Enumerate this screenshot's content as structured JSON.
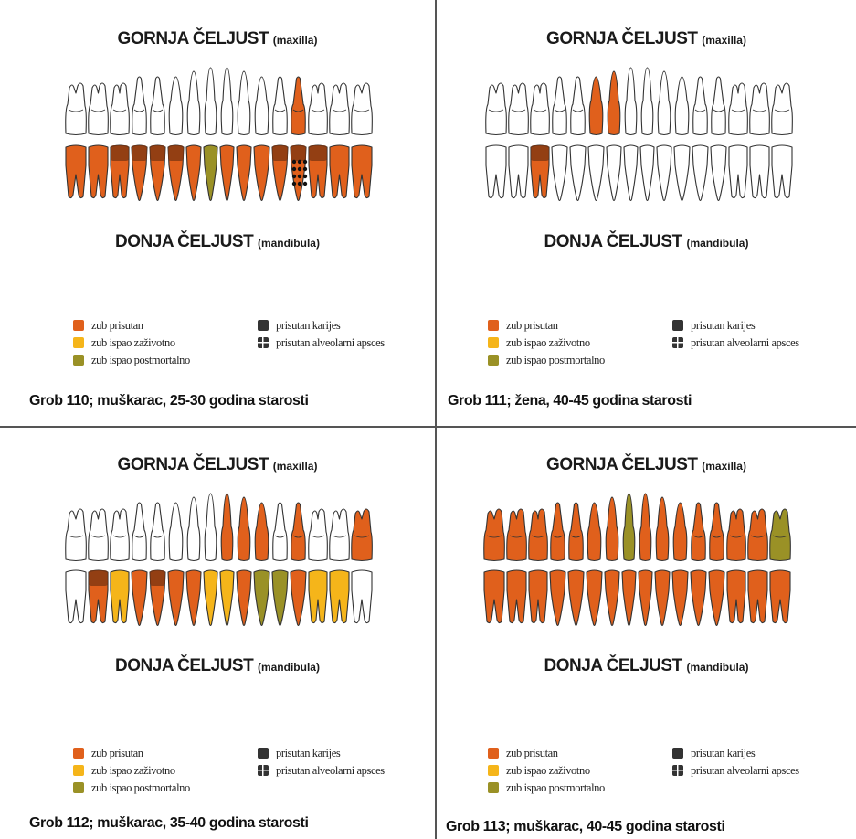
{
  "colors": {
    "present": "#e0601c",
    "lost_antemortem": "#f5b51a",
    "lost_postmortem": "#9a9126",
    "caries": "#333333",
    "absent": "#ffffff",
    "outline": "#333333"
  },
  "legend": {
    "present": "zub prisutan",
    "lost_antemortem": "zub ispao zaživotno",
    "lost_postmortem": "zub ispao postmortalno",
    "caries": "prisutan karijes",
    "abscess": "prisutan alveolarni apsces"
  },
  "panels": [
    {
      "upper_title": "GORNJA ČELJUST",
      "upper_sub": "(maxilla)",
      "lower_title": "DONJA ČELJUST",
      "lower_sub": "(mandibula)",
      "caption": "Grob 110; muškarac, 25-30 godina starosti",
      "upper_teeth": [
        "absent",
        "absent",
        "absent",
        "absent",
        "absent",
        "absent",
        "absent",
        "absent",
        "absent",
        "absent",
        "absent",
        "absent",
        "present",
        "absent",
        "absent",
        "absent"
      ],
      "lower_teeth": [
        "present",
        "present",
        "present",
        "present",
        "present",
        "present",
        "present",
        "lost_postmortem",
        "present",
        "present",
        "present",
        "present",
        "present",
        "present",
        "present",
        "present"
      ],
      "lower_caries": [
        2,
        3,
        4,
        5,
        11,
        12,
        13
      ],
      "lower_abscess": [
        12
      ]
    },
    {
      "upper_title": "GORNJA ČELJUST",
      "upper_sub": "(maxilla)",
      "lower_title": "DONJA ČELJUST",
      "lower_sub": "(mandibula)",
      "caption": "Grob 111; žena, 40-45 godina starosti",
      "upper_teeth": [
        "absent",
        "absent",
        "absent",
        "absent",
        "absent",
        "present",
        "present",
        "absent",
        "absent",
        "absent",
        "absent",
        "absent",
        "absent",
        "absent",
        "absent",
        "absent"
      ],
      "lower_teeth": [
        "absent",
        "absent",
        "present",
        "absent",
        "absent",
        "absent",
        "absent",
        "absent",
        "absent",
        "absent",
        "absent",
        "absent",
        "absent",
        "absent",
        "absent",
        "absent"
      ],
      "lower_caries": [
        2
      ],
      "lower_abscess": []
    },
    {
      "upper_title": "GORNJA ČELJUST",
      "upper_sub": "(maxilla)",
      "lower_title": "DONJA ČELJUST",
      "lower_sub": "(mandibula)",
      "caption": "Grob 112; muškarac, 35-40 godina starosti",
      "upper_teeth": [
        "absent",
        "absent",
        "absent",
        "absent",
        "absent",
        "absent",
        "absent",
        "absent",
        "present",
        "present",
        "present",
        "absent",
        "present",
        "absent",
        "absent",
        "present"
      ],
      "lower_teeth": [
        "absent",
        "present",
        "lost_antemortem",
        "present",
        "present",
        "present",
        "present",
        "lost_antemortem",
        "lost_antemortem",
        "present",
        "lost_postmortem",
        "lost_postmortem",
        "present",
        "lost_antemortem",
        "lost_antemortem",
        "absent"
      ],
      "lower_caries": [
        1,
        4
      ],
      "lower_abscess": []
    },
    {
      "upper_title": "GORNJA ČELJUST",
      "upper_sub": "(maxilla)",
      "lower_title": "DONJA ČELJUST",
      "lower_sub": "(mandibula)",
      "caption": "Grob 113; muškarac, 40-45 godina starosti",
      "upper_teeth": [
        "present",
        "present",
        "present",
        "present",
        "present",
        "present",
        "present",
        "lost_postmortem",
        "present",
        "present",
        "present",
        "present",
        "present",
        "present",
        "present",
        "lost_postmortem"
      ],
      "lower_teeth": [
        "present",
        "present",
        "present",
        "present",
        "present",
        "present",
        "present",
        "present",
        "present",
        "present",
        "present",
        "present",
        "present",
        "present",
        "present",
        "present"
      ],
      "lower_caries": [],
      "lower_abscess": []
    }
  ]
}
